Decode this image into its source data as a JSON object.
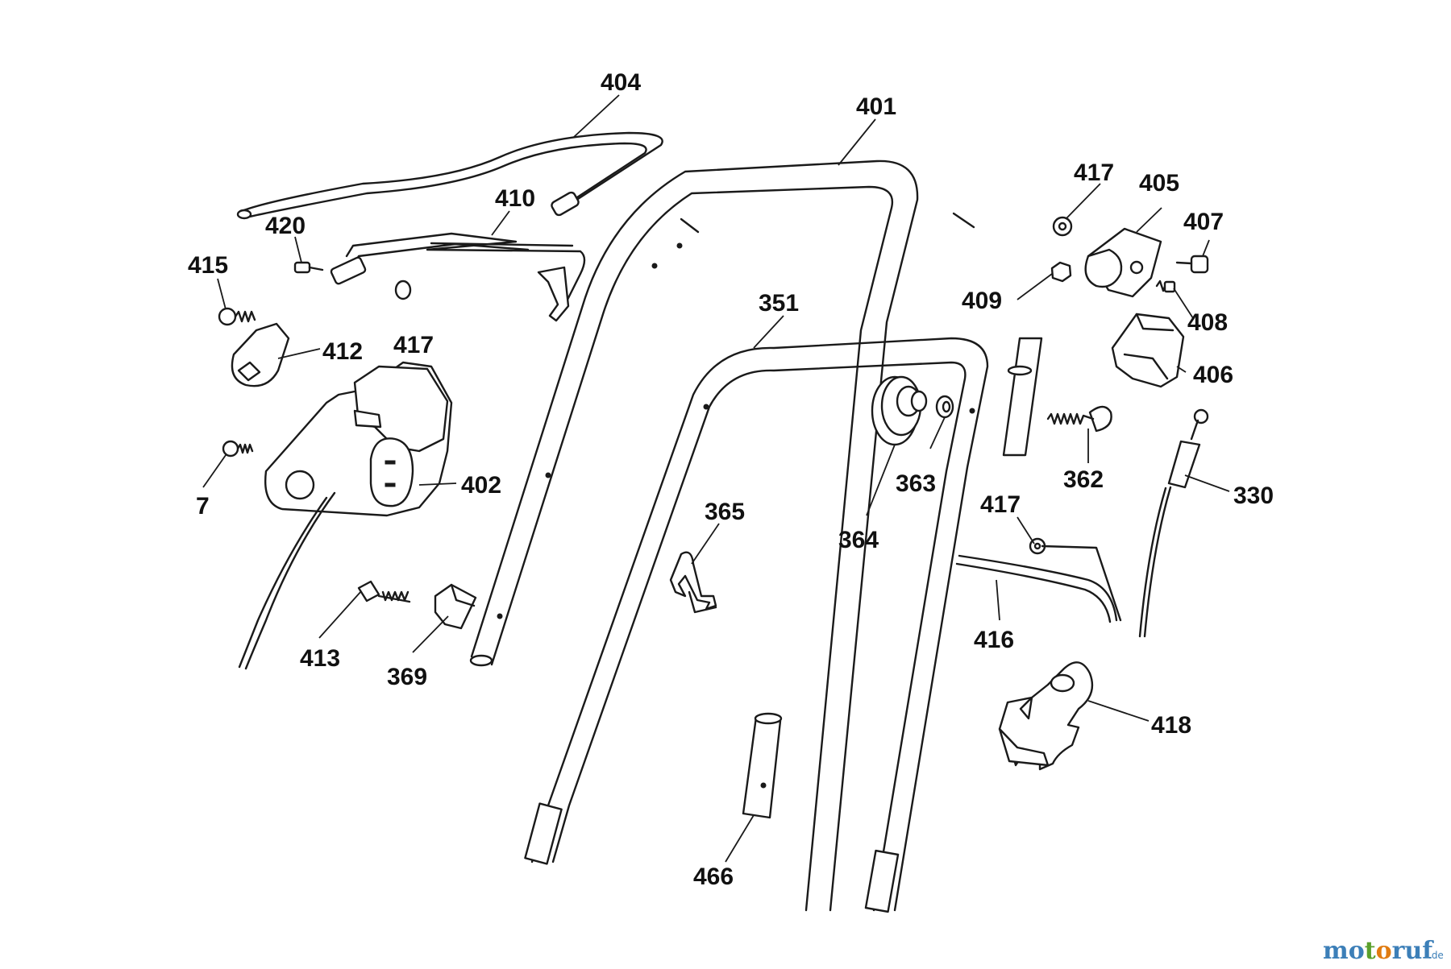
{
  "diagram": {
    "labels": {
      "l404": "404",
      "l401": "401",
      "l417a": "417",
      "l405": "405",
      "l410": "410",
      "l420": "420",
      "l407": "407",
      "l415": "415",
      "l409": "409",
      "l351": "351",
      "l408": "408",
      "l412": "412",
      "l417b": "417",
      "l406": "406",
      "l402": "402",
      "l7": "7",
      "l363": "363",
      "l362": "362",
      "l330": "330",
      "l365": "365",
      "l417c": "417",
      "l364": "364",
      "l413": "413",
      "l416": "416",
      "l369": "369",
      "l418": "418",
      "l466": "466"
    }
  },
  "watermark": {
    "mo": "mo",
    "t": "t",
    "o": "o",
    "ruf": "ruf",
    "tld": ".de",
    "colors": {
      "blue": "#3c7fb8",
      "green": "#5aa02c",
      "orange": "#e07b10"
    }
  }
}
